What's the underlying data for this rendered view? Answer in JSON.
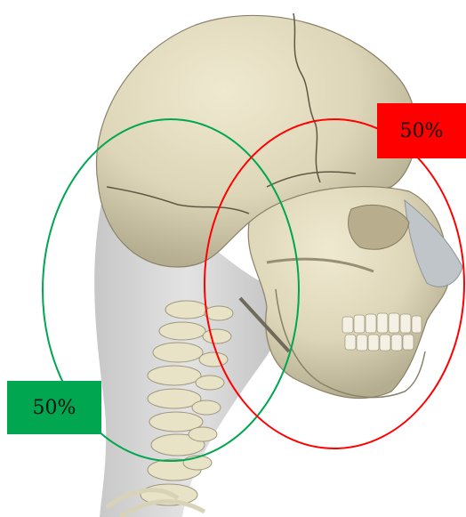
{
  "annotations": [
    {
      "id": "red",
      "label": "50%",
      "color": "#ff0000"
    },
    {
      "id": "green",
      "label": "50%",
      "color": "#00a650"
    }
  ],
  "image": {
    "subject": "skull-and-cervical-spine-side-view"
  },
  "colors": {
    "bone": "#ddd6b8",
    "bone_shadow": "#a79f83",
    "soft_tissue": "#d6d6d6",
    "background": "#ffffff"
  }
}
